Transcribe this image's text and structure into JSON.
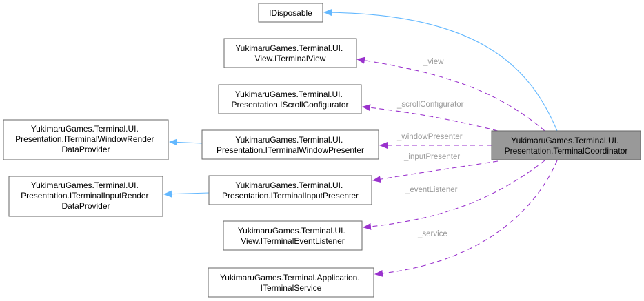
{
  "diagram": {
    "focus": {
      "lines": [
        "YukimaruGames.Terminal.UI.",
        "Presentation.TerminalCoordinator"
      ],
      "color": "#999999"
    },
    "nodes": {
      "idisposable": {
        "lines": [
          "IDisposable"
        ]
      },
      "iterminal_view": {
        "lines": [
          "YukimaruGames.Terminal.UI.",
          "View.ITerminalView"
        ]
      },
      "iscroll_configurator": {
        "lines": [
          "YukimaruGames.Terminal.UI.",
          "Presentation.IScrollConfigurator"
        ]
      },
      "iterminal_window_presenter": {
        "lines": [
          "YukimaruGames.Terminal.UI.",
          "Presentation.ITerminalWindowPresenter"
        ]
      },
      "iterminal_input_presenter": {
        "lines": [
          "YukimaruGames.Terminal.UI.",
          "Presentation.ITerminalInputPresenter"
        ]
      },
      "iterminal_event_listener": {
        "lines": [
          "YukimaruGames.Terminal.UI.",
          "View.ITerminalEventListener"
        ]
      },
      "iterminal_service": {
        "lines": [
          "YukimaruGames.Terminal.Application.",
          "ITerminalService"
        ]
      },
      "iterminal_window_render_data_provider": {
        "lines": [
          "YukimaruGames.Terminal.UI.",
          "Presentation.ITerminalWindowRender",
          "DataProvider"
        ]
      },
      "iterminal_input_render_data_provider": {
        "lines": [
          "YukimaruGames.Terminal.UI.",
          "Presentation.ITerminalInputRender",
          "DataProvider"
        ]
      }
    },
    "edge_labels": {
      "view": "_view",
      "scroll_configurator": "_scrollConfigurator",
      "window_presenter": "_windowPresenter",
      "input_presenter": "_inputPresenter",
      "event_listener": "_eventListener",
      "service": "_service"
    },
    "colors": {
      "inheritance_edge": "#63b8ff",
      "usage_edge": "#9a32cd",
      "label_text": "#9a9a9a",
      "node_border": "#666666"
    }
  }
}
